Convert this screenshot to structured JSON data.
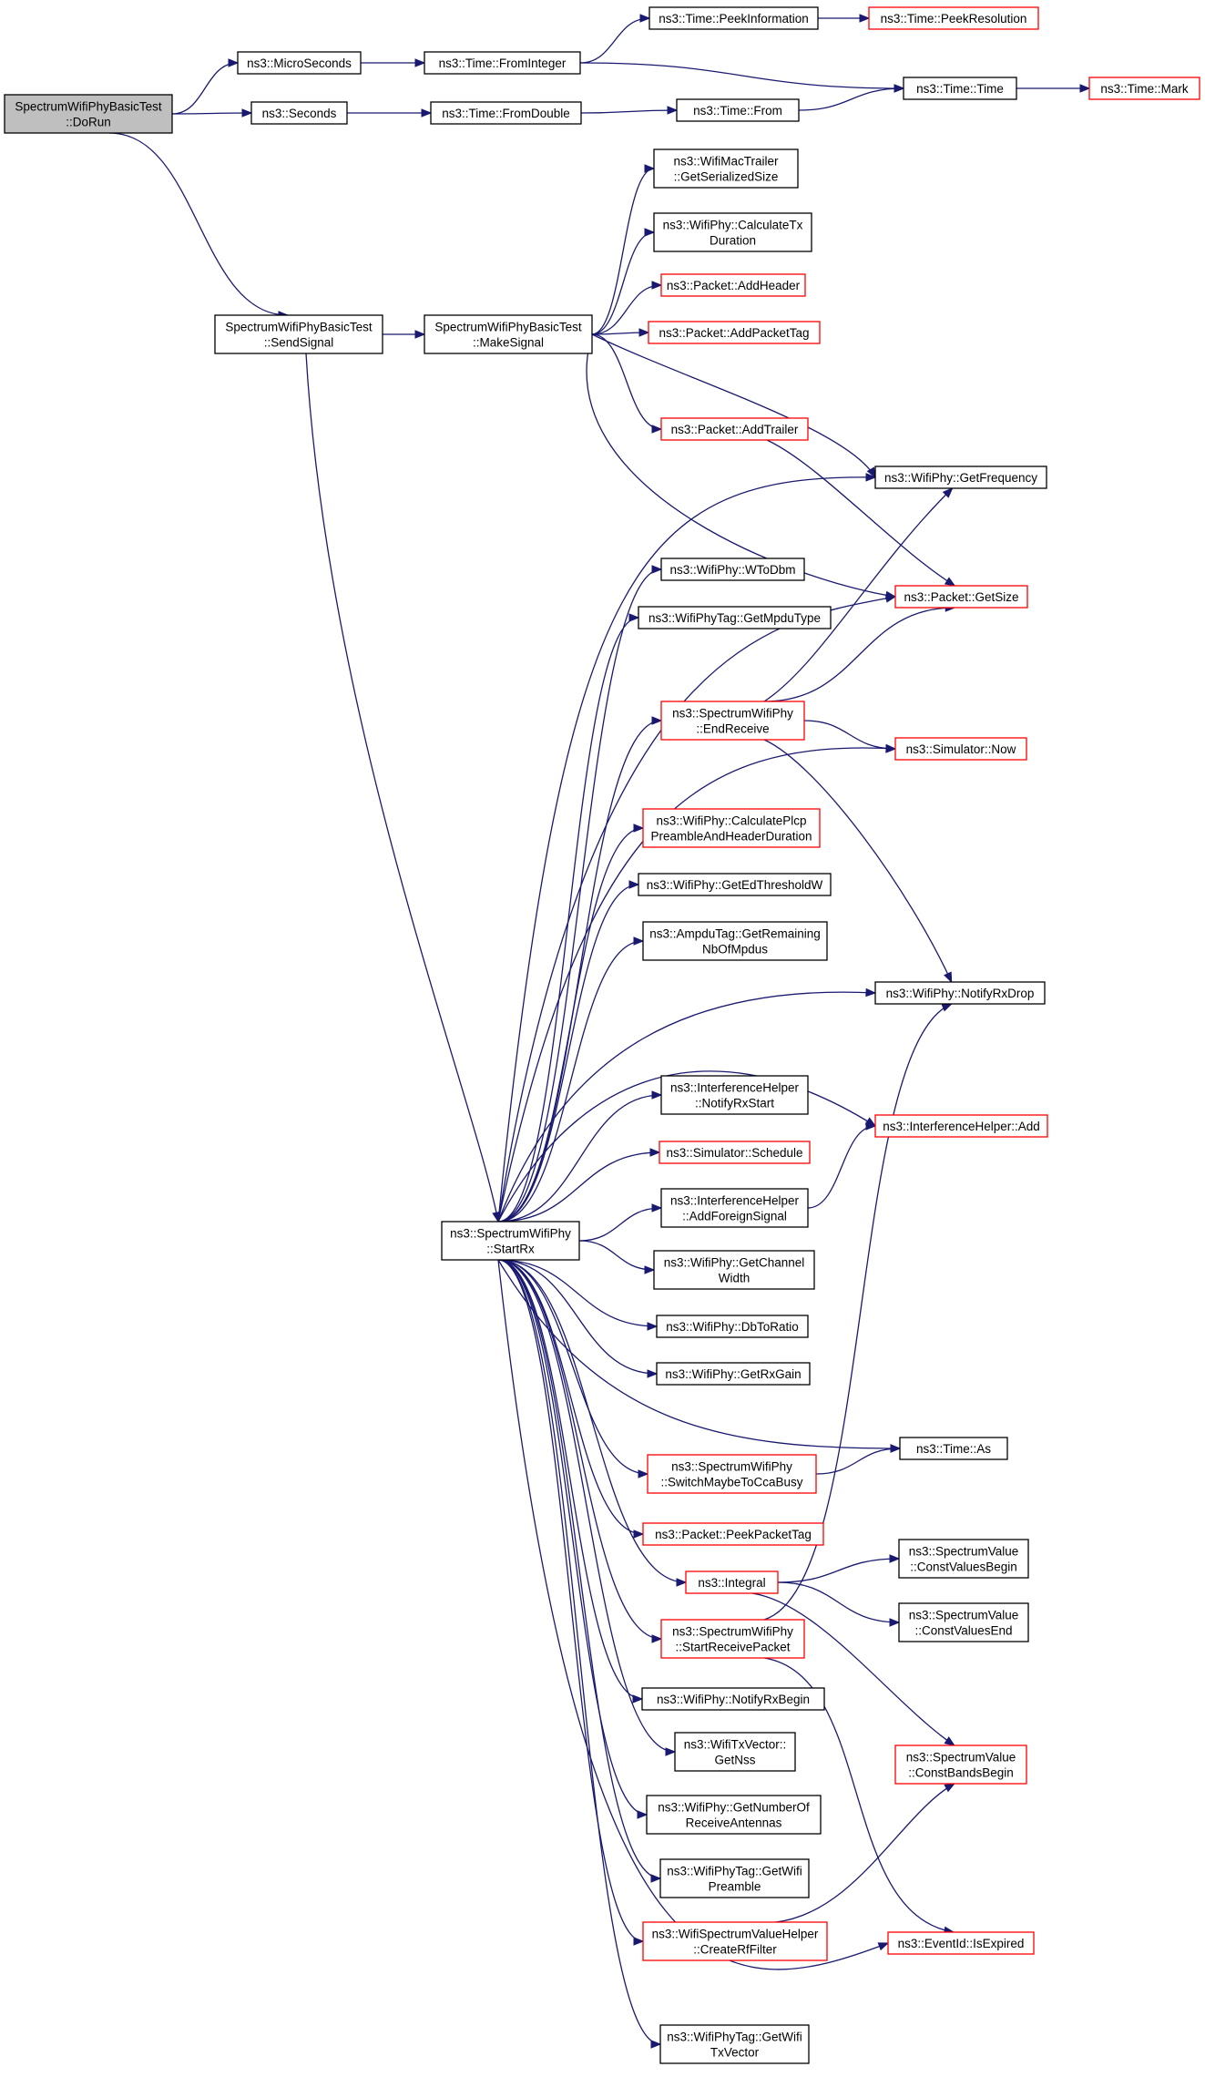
{
  "diagram": {
    "nodes": [
      {
        "id": "DoRun",
        "lines": [
          "SpectrumWifiPhyBasicTest",
          "::DoRun"
        ],
        "kind": "root"
      },
      {
        "id": "MicroSeconds",
        "lines": [
          "ns3::MicroSeconds"
        ],
        "kind": "normal"
      },
      {
        "id": "Seconds",
        "lines": [
          "ns3::Seconds"
        ],
        "kind": "normal"
      },
      {
        "id": "FromInteger",
        "lines": [
          "ns3::Time::FromInteger"
        ],
        "kind": "normal"
      },
      {
        "id": "FromDouble",
        "lines": [
          "ns3::Time::FromDouble"
        ],
        "kind": "normal"
      },
      {
        "id": "PeekInformation",
        "lines": [
          "ns3::Time::PeekInformation"
        ],
        "kind": "normal"
      },
      {
        "id": "PeekResolution",
        "lines": [
          "ns3::Time::PeekResolution"
        ],
        "kind": "truncated"
      },
      {
        "id": "TimeFrom",
        "lines": [
          "ns3::Time::From"
        ],
        "kind": "normal"
      },
      {
        "id": "TimeTime",
        "lines": [
          "ns3::Time::Time"
        ],
        "kind": "normal"
      },
      {
        "id": "TimeMark",
        "lines": [
          "ns3::Time::Mark"
        ],
        "kind": "truncated"
      },
      {
        "id": "SendSignal",
        "lines": [
          "SpectrumWifiPhyBasicTest",
          "::SendSignal"
        ],
        "kind": "normal"
      },
      {
        "id": "MakeSignal",
        "lines": [
          "SpectrumWifiPhyBasicTest",
          "::MakeSignal"
        ],
        "kind": "normal"
      },
      {
        "id": "GetSerializedSize",
        "lines": [
          "ns3::WifiMacTrailer",
          "::GetSerializedSize"
        ],
        "kind": "normal"
      },
      {
        "id": "CalculateTxDuration",
        "lines": [
          "ns3::WifiPhy::CalculateTx",
          "Duration"
        ],
        "kind": "normal"
      },
      {
        "id": "AddHeader",
        "lines": [
          "ns3::Packet::AddHeader"
        ],
        "kind": "truncated"
      },
      {
        "id": "AddPacketTag",
        "lines": [
          "ns3::Packet::AddPacketTag"
        ],
        "kind": "truncated"
      },
      {
        "id": "AddTrailer",
        "lines": [
          "ns3::Packet::AddTrailer"
        ],
        "kind": "truncated"
      },
      {
        "id": "GetFrequency",
        "lines": [
          "ns3::WifiPhy::GetFrequency"
        ],
        "kind": "normal"
      },
      {
        "id": "WToDbm",
        "lines": [
          "ns3::WifiPhy::WToDbm"
        ],
        "kind": "normal"
      },
      {
        "id": "GetSize",
        "lines": [
          "ns3::Packet::GetSize"
        ],
        "kind": "truncated"
      },
      {
        "id": "GetMpduType",
        "lines": [
          "ns3::WifiPhyTag::GetMpduType"
        ],
        "kind": "normal"
      },
      {
        "id": "EndReceive",
        "lines": [
          "ns3::SpectrumWifiPhy",
          "::EndReceive"
        ],
        "kind": "truncated"
      },
      {
        "id": "SimNow",
        "lines": [
          "ns3::Simulator::Now"
        ],
        "kind": "truncated"
      },
      {
        "id": "CalcPlcp",
        "lines": [
          "ns3::WifiPhy::CalculatePlcp",
          "PreambleAndHeaderDuration"
        ],
        "kind": "truncated"
      },
      {
        "id": "GetEdThresholdW",
        "lines": [
          "ns3::WifiPhy::GetEdThresholdW"
        ],
        "kind": "normal"
      },
      {
        "id": "GetRemainingNbOfMpdus",
        "lines": [
          "ns3::AmpduTag::GetRemaining",
          "NbOfMpdus"
        ],
        "kind": "normal"
      },
      {
        "id": "NotifyRxDrop",
        "lines": [
          "ns3::WifiPhy::NotifyRxDrop"
        ],
        "kind": "normal"
      },
      {
        "id": "IHNotifyRxStart",
        "lines": [
          "ns3::InterferenceHelper",
          "::NotifyRxStart"
        ],
        "kind": "normal"
      },
      {
        "id": "IHAdd",
        "lines": [
          "ns3::InterferenceHelper::Add"
        ],
        "kind": "truncated"
      },
      {
        "id": "SimSchedule",
        "lines": [
          "ns3::Simulator::Schedule"
        ],
        "kind": "truncated"
      },
      {
        "id": "StartRx",
        "lines": [
          "ns3::SpectrumWifiPhy",
          "::StartRx"
        ],
        "kind": "normal"
      },
      {
        "id": "AddForeignSignal",
        "lines": [
          "ns3::InterferenceHelper",
          "::AddForeignSignal"
        ],
        "kind": "normal"
      },
      {
        "id": "GetChannelWidth",
        "lines": [
          "ns3::WifiPhy::GetChannel",
          "Width"
        ],
        "kind": "normal"
      },
      {
        "id": "DbToRatio",
        "lines": [
          "ns3::WifiPhy::DbToRatio"
        ],
        "kind": "normal"
      },
      {
        "id": "GetRxGain",
        "lines": [
          "ns3::WifiPhy::GetRxGain"
        ],
        "kind": "normal"
      },
      {
        "id": "TimeAs",
        "lines": [
          "ns3::Time::As"
        ],
        "kind": "normal"
      },
      {
        "id": "SwitchMaybeToCcaBusy",
        "lines": [
          "ns3::SpectrumWifiPhy",
          "::SwitchMaybeToCcaBusy"
        ],
        "kind": "truncated"
      },
      {
        "id": "PeekPacketTag",
        "lines": [
          "ns3::Packet::PeekPacketTag"
        ],
        "kind": "truncated"
      },
      {
        "id": "ConstValuesBegin",
        "lines": [
          "ns3::SpectrumValue",
          "::ConstValuesBegin"
        ],
        "kind": "normal"
      },
      {
        "id": "Integral",
        "lines": [
          "ns3::Integral"
        ],
        "kind": "truncated"
      },
      {
        "id": "ConstValuesEnd",
        "lines": [
          "ns3::SpectrumValue",
          "::ConstValuesEnd"
        ],
        "kind": "normal"
      },
      {
        "id": "StartReceivePacket",
        "lines": [
          "ns3::SpectrumWifiPhy",
          "::StartReceivePacket"
        ],
        "kind": "truncated"
      },
      {
        "id": "NotifyRxBegin",
        "lines": [
          "ns3::WifiPhy::NotifyRxBegin"
        ],
        "kind": "normal"
      },
      {
        "id": "GetNss",
        "lines": [
          "ns3::WifiTxVector::",
          "GetNss"
        ],
        "kind": "normal"
      },
      {
        "id": "ConstBandsBegin",
        "lines": [
          "ns3::SpectrumValue",
          "::ConstBandsBegin"
        ],
        "kind": "truncated"
      },
      {
        "id": "GetNumberOfReceiveAntennas",
        "lines": [
          "ns3::WifiPhy::GetNumberOf",
          "ReceiveAntennas"
        ],
        "kind": "normal"
      },
      {
        "id": "GetWifiPreamble",
        "lines": [
          "ns3::WifiPhyTag::GetWifi",
          "Preamble"
        ],
        "kind": "normal"
      },
      {
        "id": "CreateRfFilter",
        "lines": [
          "ns3::WifiSpectrumValueHelper",
          "::CreateRfFilter"
        ],
        "kind": "truncated"
      },
      {
        "id": "IsExpired",
        "lines": [
          "ns3::EventId::IsExpired"
        ],
        "kind": "truncated"
      },
      {
        "id": "GetWifiTxVector",
        "lines": [
          "ns3::WifiPhyTag::GetWifi",
          "TxVector"
        ],
        "kind": "normal"
      }
    ],
    "edges": [
      {
        "from": "DoRun",
        "to": "MicroSeconds"
      },
      {
        "from": "DoRun",
        "to": "Seconds"
      },
      {
        "from": "DoRun",
        "to": "SendSignal"
      },
      {
        "from": "MicroSeconds",
        "to": "FromInteger"
      },
      {
        "from": "Seconds",
        "to": "FromDouble"
      },
      {
        "from": "FromInteger",
        "to": "PeekInformation"
      },
      {
        "from": "FromInteger",
        "to": "TimeTime"
      },
      {
        "from": "PeekInformation",
        "to": "PeekResolution"
      },
      {
        "from": "FromDouble",
        "to": "TimeFrom"
      },
      {
        "from": "TimeFrom",
        "to": "TimeTime"
      },
      {
        "from": "TimeTime",
        "to": "TimeMark"
      },
      {
        "from": "SendSignal",
        "to": "MakeSignal"
      },
      {
        "from": "SendSignal",
        "to": "StartRx"
      },
      {
        "from": "MakeSignal",
        "to": "GetSerializedSize"
      },
      {
        "from": "MakeSignal",
        "to": "CalculateTxDuration"
      },
      {
        "from": "MakeSignal",
        "to": "AddHeader"
      },
      {
        "from": "MakeSignal",
        "to": "AddPacketTag"
      },
      {
        "from": "MakeSignal",
        "to": "AddTrailer"
      },
      {
        "from": "MakeSignal",
        "to": "GetFrequency"
      },
      {
        "from": "MakeSignal",
        "to": "GetSize"
      },
      {
        "from": "AddTrailer",
        "to": "GetSize"
      },
      {
        "from": "EndReceive",
        "to": "GetFrequency"
      },
      {
        "from": "EndReceive",
        "to": "GetSize"
      },
      {
        "from": "EndReceive",
        "to": "SimNow"
      },
      {
        "from": "EndReceive",
        "to": "NotifyRxDrop"
      },
      {
        "from": "AddForeignSignal",
        "to": "IHAdd"
      },
      {
        "from": "StartRx",
        "to": "GetFrequency"
      },
      {
        "from": "StartRx",
        "to": "WToDbm"
      },
      {
        "from": "StartRx",
        "to": "GetMpduType"
      },
      {
        "from": "StartRx",
        "to": "GetSize"
      },
      {
        "from": "StartRx",
        "to": "EndReceive"
      },
      {
        "from": "StartRx",
        "to": "SimNow"
      },
      {
        "from": "StartRx",
        "to": "CalcPlcp"
      },
      {
        "from": "StartRx",
        "to": "GetEdThresholdW"
      },
      {
        "from": "StartRx",
        "to": "GetRemainingNbOfMpdus"
      },
      {
        "from": "StartRx",
        "to": "NotifyRxDrop"
      },
      {
        "from": "StartRx",
        "to": "IHAdd"
      },
      {
        "from": "StartRx",
        "to": "IHNotifyRxStart"
      },
      {
        "from": "StartRx",
        "to": "SimSchedule"
      },
      {
        "from": "StartRx",
        "to": "AddForeignSignal"
      },
      {
        "from": "StartRx",
        "to": "GetChannelWidth"
      },
      {
        "from": "StartRx",
        "to": "DbToRatio"
      },
      {
        "from": "StartRx",
        "to": "GetRxGain"
      },
      {
        "from": "StartRx",
        "to": "TimeAs"
      },
      {
        "from": "StartRx",
        "to": "SwitchMaybeToCcaBusy"
      },
      {
        "from": "StartRx",
        "to": "PeekPacketTag"
      },
      {
        "from": "StartRx",
        "to": "Integral"
      },
      {
        "from": "StartRx",
        "to": "StartReceivePacket"
      },
      {
        "from": "StartRx",
        "to": "NotifyRxBegin"
      },
      {
        "from": "StartRx",
        "to": "GetNss"
      },
      {
        "from": "StartRx",
        "to": "GetNumberOfReceiveAntennas"
      },
      {
        "from": "StartRx",
        "to": "GetWifiPreamble"
      },
      {
        "from": "StartRx",
        "to": "CreateRfFilter"
      },
      {
        "from": "StartRx",
        "to": "IsExpired"
      },
      {
        "from": "StartRx",
        "to": "GetWifiTxVector"
      },
      {
        "from": "SwitchMaybeToCcaBusy",
        "to": "TimeAs"
      },
      {
        "from": "Integral",
        "to": "ConstValuesBegin"
      },
      {
        "from": "Integral",
        "to": "ConstValuesEnd"
      },
      {
        "from": "Integral",
        "to": "ConstBandsBegin"
      },
      {
        "from": "StartReceivePacket",
        "to": "NotifyRxDrop"
      },
      {
        "from": "StartReceivePacket",
        "to": "IsExpired"
      },
      {
        "from": "CreateRfFilter",
        "to": "ConstBandsBegin"
      }
    ]
  },
  "colors": {
    "edge": "#191970",
    "root_fill": "#bfbfbf",
    "normal_border": "#000000",
    "truncated_border": "#ff0000",
    "background": "#ffffff"
  }
}
